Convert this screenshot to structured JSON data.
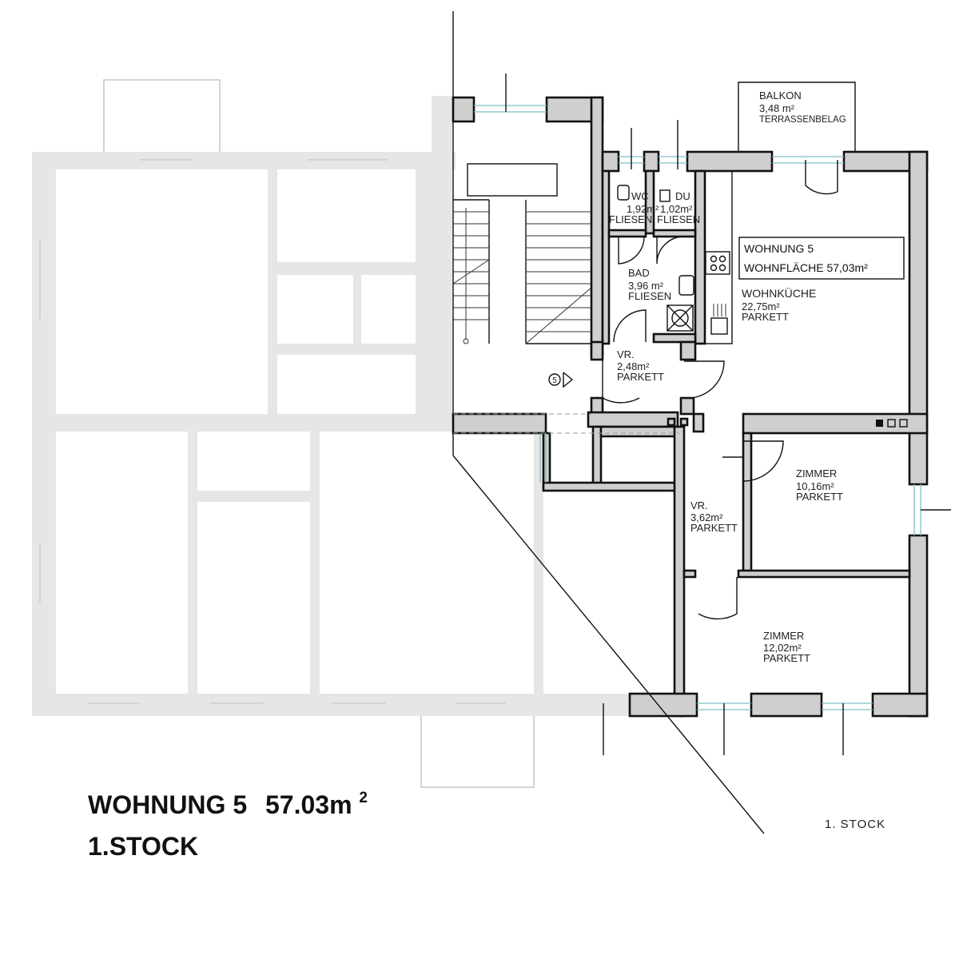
{
  "plan": {
    "floor_label": "1. STOCK",
    "unit_box": {
      "line1": "WOHNUNG 5",
      "line2": "WOHNFLÄCHE 57,03m²"
    },
    "rooms": {
      "balkon": {
        "name": "BALKON",
        "area": "3,48  m²",
        "finish": "TERRASSENBELAG"
      },
      "wc": {
        "name": "WC",
        "area": "1,92m²",
        "finish": "FLIESEN"
      },
      "du": {
        "name": "DU",
        "area": "1,02m²",
        "finish": "FLIESEN"
      },
      "bad": {
        "name": "BAD",
        "area": "3,96  m²",
        "finish": "FLIESEN"
      },
      "wohnkueche": {
        "name": "WOHNKÜCHE",
        "area": "22,75m²",
        "finish": "PARKETT"
      },
      "vr1": {
        "name": "VR.",
        "area": "2,48m²",
        "finish": "PARKETT"
      },
      "vr2": {
        "name": "VR.",
        "area": "3,62m²",
        "finish": "PARKETT"
      },
      "zimmer1": {
        "name": "ZIMMER",
        "area": "10,16m²",
        "finish": "PARKETT"
      },
      "zimmer2": {
        "name": "ZIMMER",
        "area": "12,02m²",
        "finish": "PARKETT"
      }
    },
    "entrance_marker": "5"
  },
  "caption": {
    "line1_unit": "WOHNUNG 5",
    "line1_area": "57.03m",
    "line1_sup": "2",
    "line2": "1.STOCK"
  },
  "colors": {
    "wall_fill": "#cfcfcf",
    "wall_stroke": "#111111",
    "ghost": "#e6e6e6",
    "window": "#7fbfc7"
  }
}
